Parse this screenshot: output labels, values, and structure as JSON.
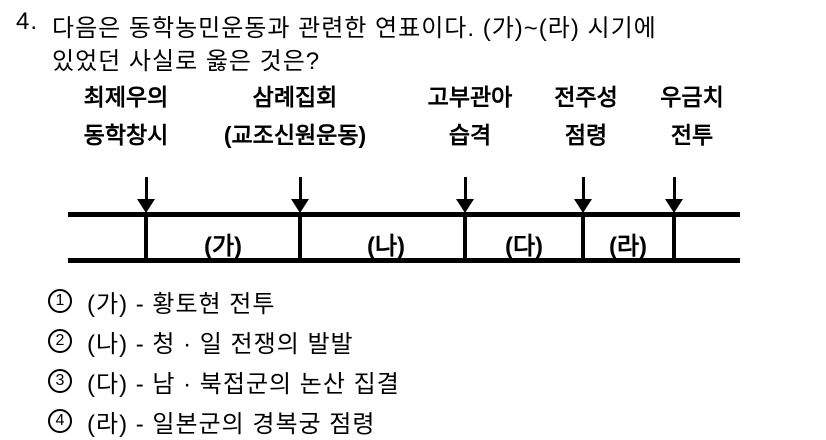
{
  "question": {
    "number": "4.",
    "line1": "다음은 동학농민운동과 관련한 연표이다. (가)~(라) 시기에",
    "line2": "있었던 사실로 옳은 것은?"
  },
  "timeline": {
    "events": [
      {
        "line1": "최제우의",
        "line2": "동학창시"
      },
      {
        "line1": "삼례집회",
        "line2": "(교조신원운동)"
      },
      {
        "line1": "고부관아",
        "line2": "습격"
      },
      {
        "line1": "전주성",
        "line2": "점령"
      },
      {
        "line1": "우금치",
        "line2": "전투"
      }
    ],
    "periods": [
      "(가)",
      "(나)",
      "(다)",
      "(라)"
    ]
  },
  "options": [
    {
      "number": "1",
      "text": "(가) - 황토현 전투"
    },
    {
      "number": "2",
      "text": "(나) - 청 · 일 전쟁의 발발"
    },
    {
      "number": "3",
      "text": "(다) - 남 · 북접군의 논산 집결"
    },
    {
      "number": "4",
      "text": "(라) - 일본군의 경복궁 점령"
    }
  ],
  "colors": {
    "text": "#000000",
    "background": "#ffffff"
  }
}
